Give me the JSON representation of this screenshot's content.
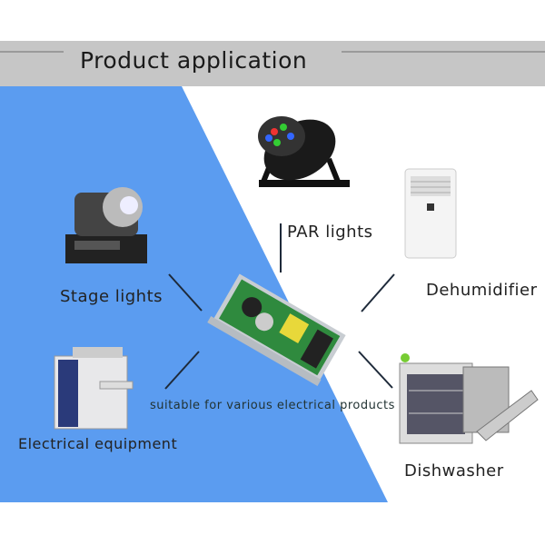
{
  "title": "Product application",
  "tagline": "suitable for various electrical products",
  "applications": [
    {
      "label": "PAR lights"
    },
    {
      "label": "Stage lights"
    },
    {
      "label": "Dehumidifier"
    },
    {
      "label": "Electrical equipment"
    },
    {
      "label": "Dishwasher"
    }
  ],
  "colors": {
    "header": "#c6c6c6",
    "blue": "#5b9cf0"
  }
}
